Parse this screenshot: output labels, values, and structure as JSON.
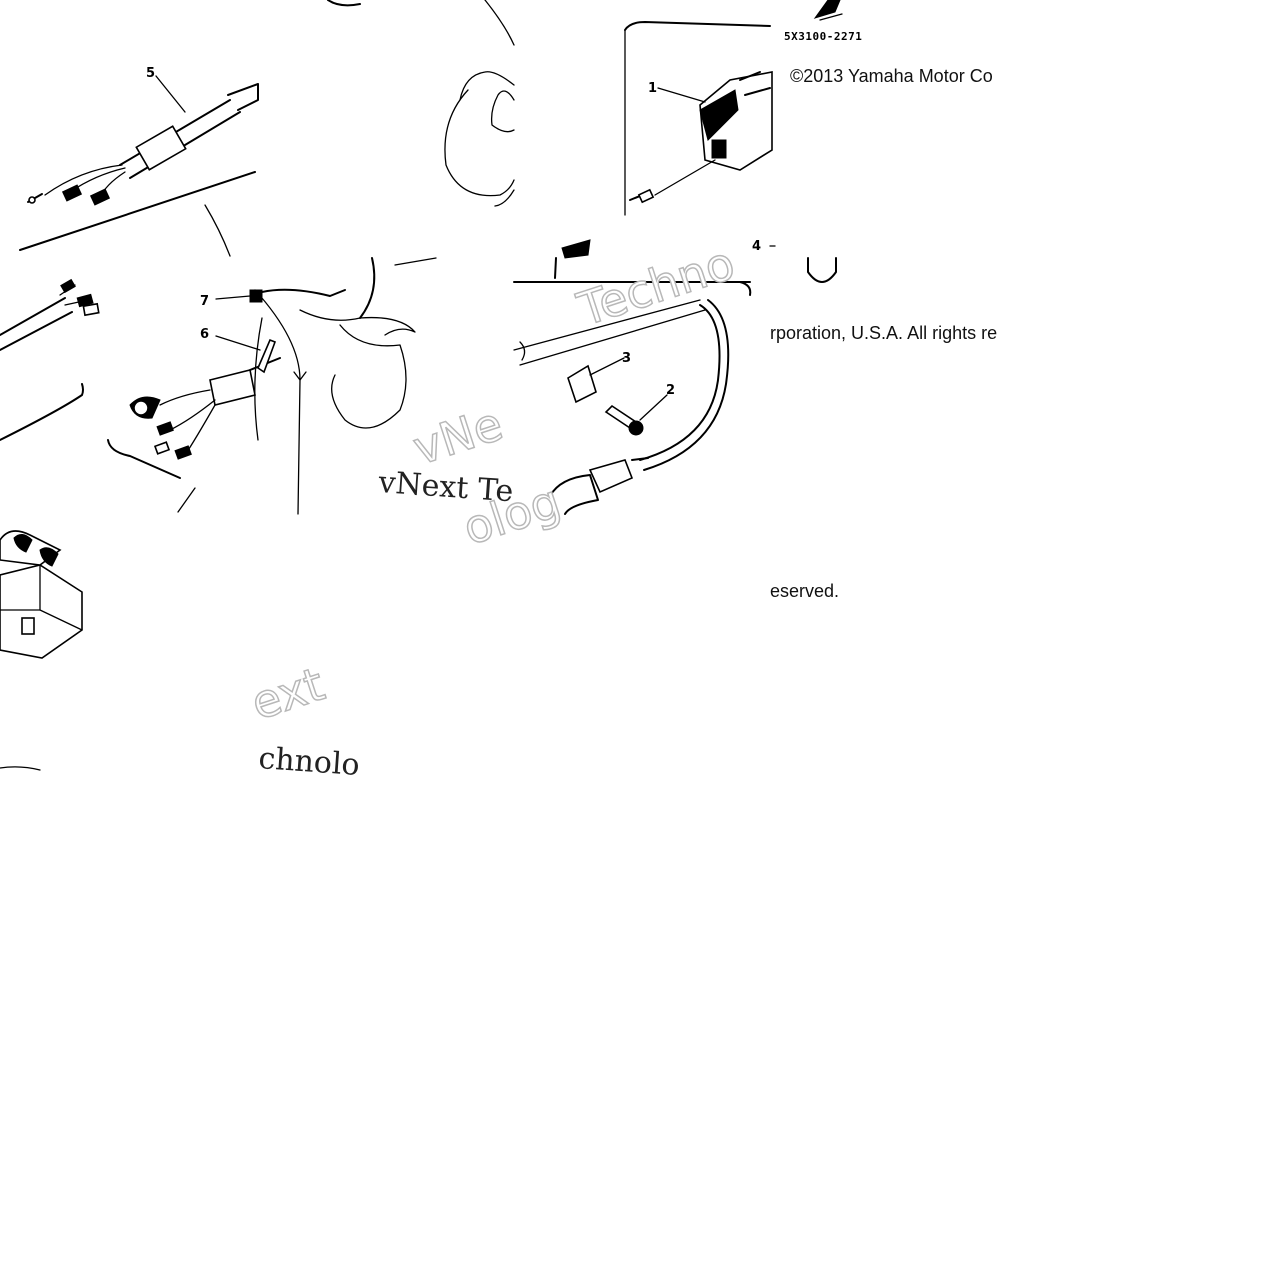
{
  "diagram": {
    "part_code": "5X3100-2271",
    "callouts": [
      "1",
      "2",
      "3",
      "4",
      "5",
      "6",
      "7"
    ],
    "copyright_line_1": "©2013 Yamaha Motor Co",
    "copyright_line_2": "rporation, U.S.A. All rights re",
    "copyright_line_3": "eserved.",
    "watermark_fragments": [
      "Techno",
      "vNe",
      "vNext Te",
      "olog",
      "ext",
      "chnolo"
    ]
  }
}
